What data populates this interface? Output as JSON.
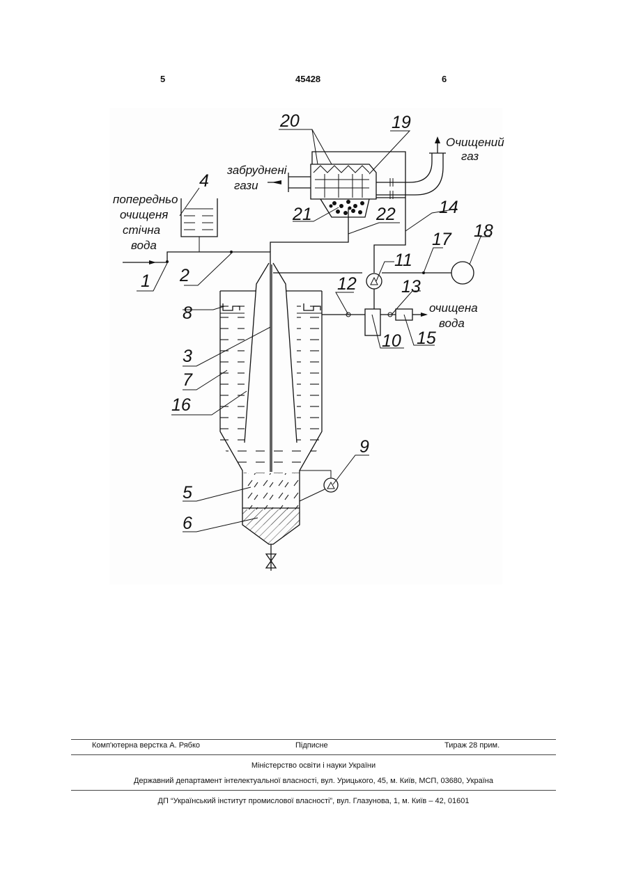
{
  "header": {
    "left_page": "5",
    "patent_number": "45428",
    "right_page": "6"
  },
  "drawing": {
    "numbers": [
      "1",
      "2",
      "3",
      "4",
      "5",
      "6",
      "7",
      "8",
      "9",
      "10",
      "11",
      "12",
      "13",
      "14",
      "15",
      "16",
      "17",
      "18",
      "19",
      "20",
      "21",
      "22"
    ],
    "text": {
      "purified_gas_1": "Очищений",
      "purified_gas_2": "газ",
      "dirty_gas_1": "забруднені",
      "dirty_gas_2": "гази",
      "pre_water_1": "попередньо",
      "pre_water_2": "очищеня",
      "pre_water_3": "стічна",
      "pre_water_4": "вода",
      "clean_water_1": "очищена",
      "clean_water_2": "вода"
    }
  },
  "footer": {
    "layout_by": "Комп'ютерна верстка А. Рябко",
    "signed": "Підписне",
    "print_run": "Тираж 28 прим.",
    "ministry": "Міністерство освіти і науки України",
    "department": "Державний департамент інтелектуальної власності, вул. Урицького, 45, м. Київ, МСП, 03680, Україна",
    "institute": "ДП “Український інститут промислової власності”, вул. Глазунова, 1, м. Київ – 42, 01601"
  }
}
